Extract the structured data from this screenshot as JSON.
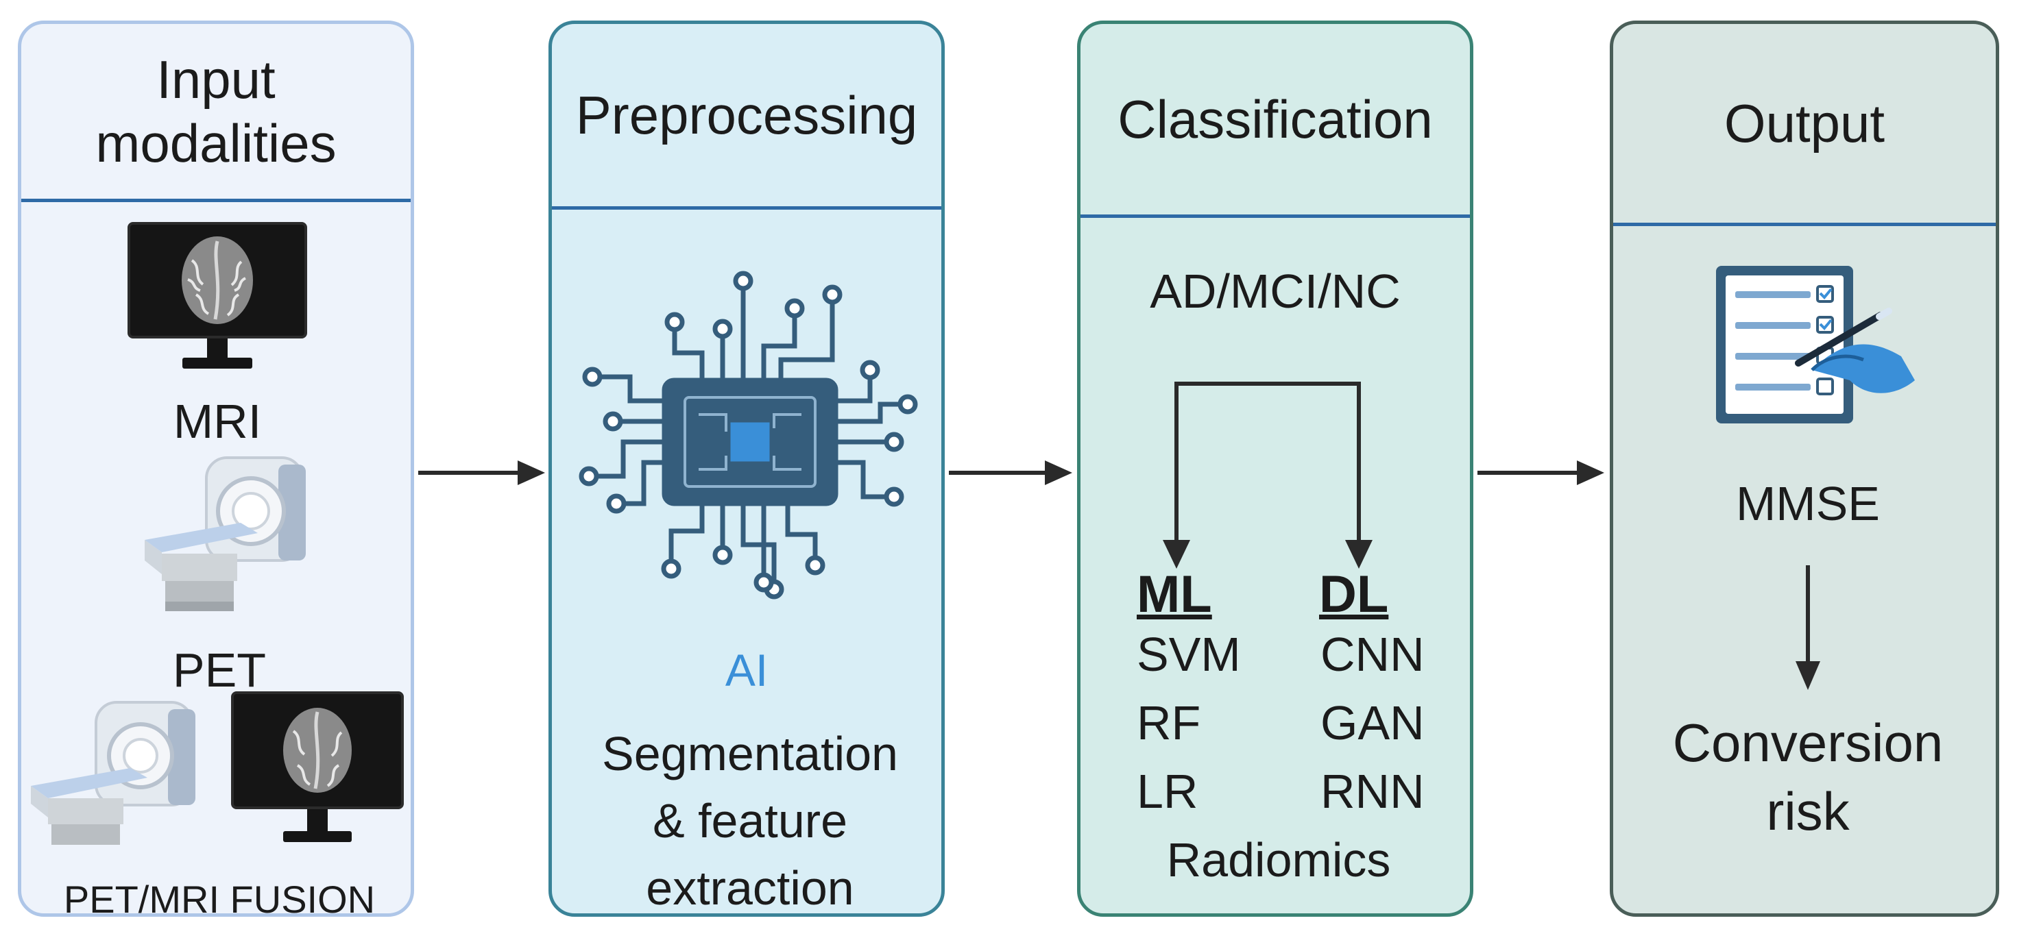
{
  "panels": {
    "input": {
      "title_line1": "Input",
      "title_line2": "modalities",
      "items": {
        "mri": "MRI",
        "pet": "PET",
        "fusion": "PET/MRI FUSION"
      }
    },
    "preprocessing": {
      "title": "Preprocessing",
      "ai_label": "AI",
      "caption_line1": "Segmentation",
      "caption_line2": "& feature",
      "caption_line3": "extraction"
    },
    "classification": {
      "title": "Classification",
      "classes": "AD/MCI/NC",
      "ml_title": "ML",
      "dl_title": "DL",
      "ml_methods": [
        "SVM",
        "RF",
        "LR"
      ],
      "dl_methods": [
        "CNN",
        "GAN",
        "RNN"
      ],
      "footer": "Radiomics"
    },
    "output": {
      "title": "Output",
      "score": "MMSE",
      "result_line1": "Conversion",
      "result_line2": "risk"
    }
  },
  "colors": {
    "header_rule": "#2e6aa6",
    "ai_accent": "#3a8fd8",
    "chip_dark": "#355d7c",
    "monitor": "#151515"
  }
}
